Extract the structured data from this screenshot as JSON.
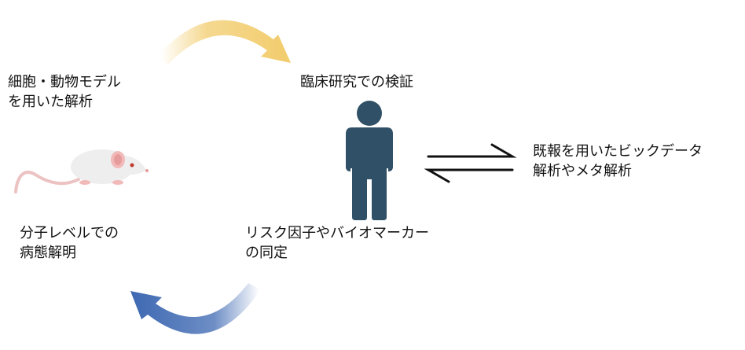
{
  "labels": {
    "cell_animal": {
      "line1": "細胞・動物モデル",
      "line2": "を用いた解析"
    },
    "clinical": {
      "line1": "臨床研究での検証"
    },
    "bigdata": {
      "line1": "既報を用いたビックデータ",
      "line2": "解析やメタ解析"
    },
    "molecular": {
      "line1": "分子レベルでの",
      "line2": "病態解明"
    },
    "risk": {
      "line1": "リスク因子やバイオマーカー",
      "line2": "の同定"
    }
  },
  "icons": {
    "mouse": "mouse-icon",
    "person": "person-icon",
    "top_arrow": "curved-arrow-right-icon",
    "bottom_arrow": "curved-arrow-left-icon",
    "exchange": "equilibrium-arrows-icon"
  },
  "colors": {
    "top_arrow": "#f2cc6c",
    "bottom_arrow": "#3d68b2",
    "person": "#2f5066",
    "exchange": "#111111",
    "mouse_body": "#eeeeee",
    "mouse_ear": "#f2b9b9",
    "mouse_tail": "#ecc2c2"
  }
}
